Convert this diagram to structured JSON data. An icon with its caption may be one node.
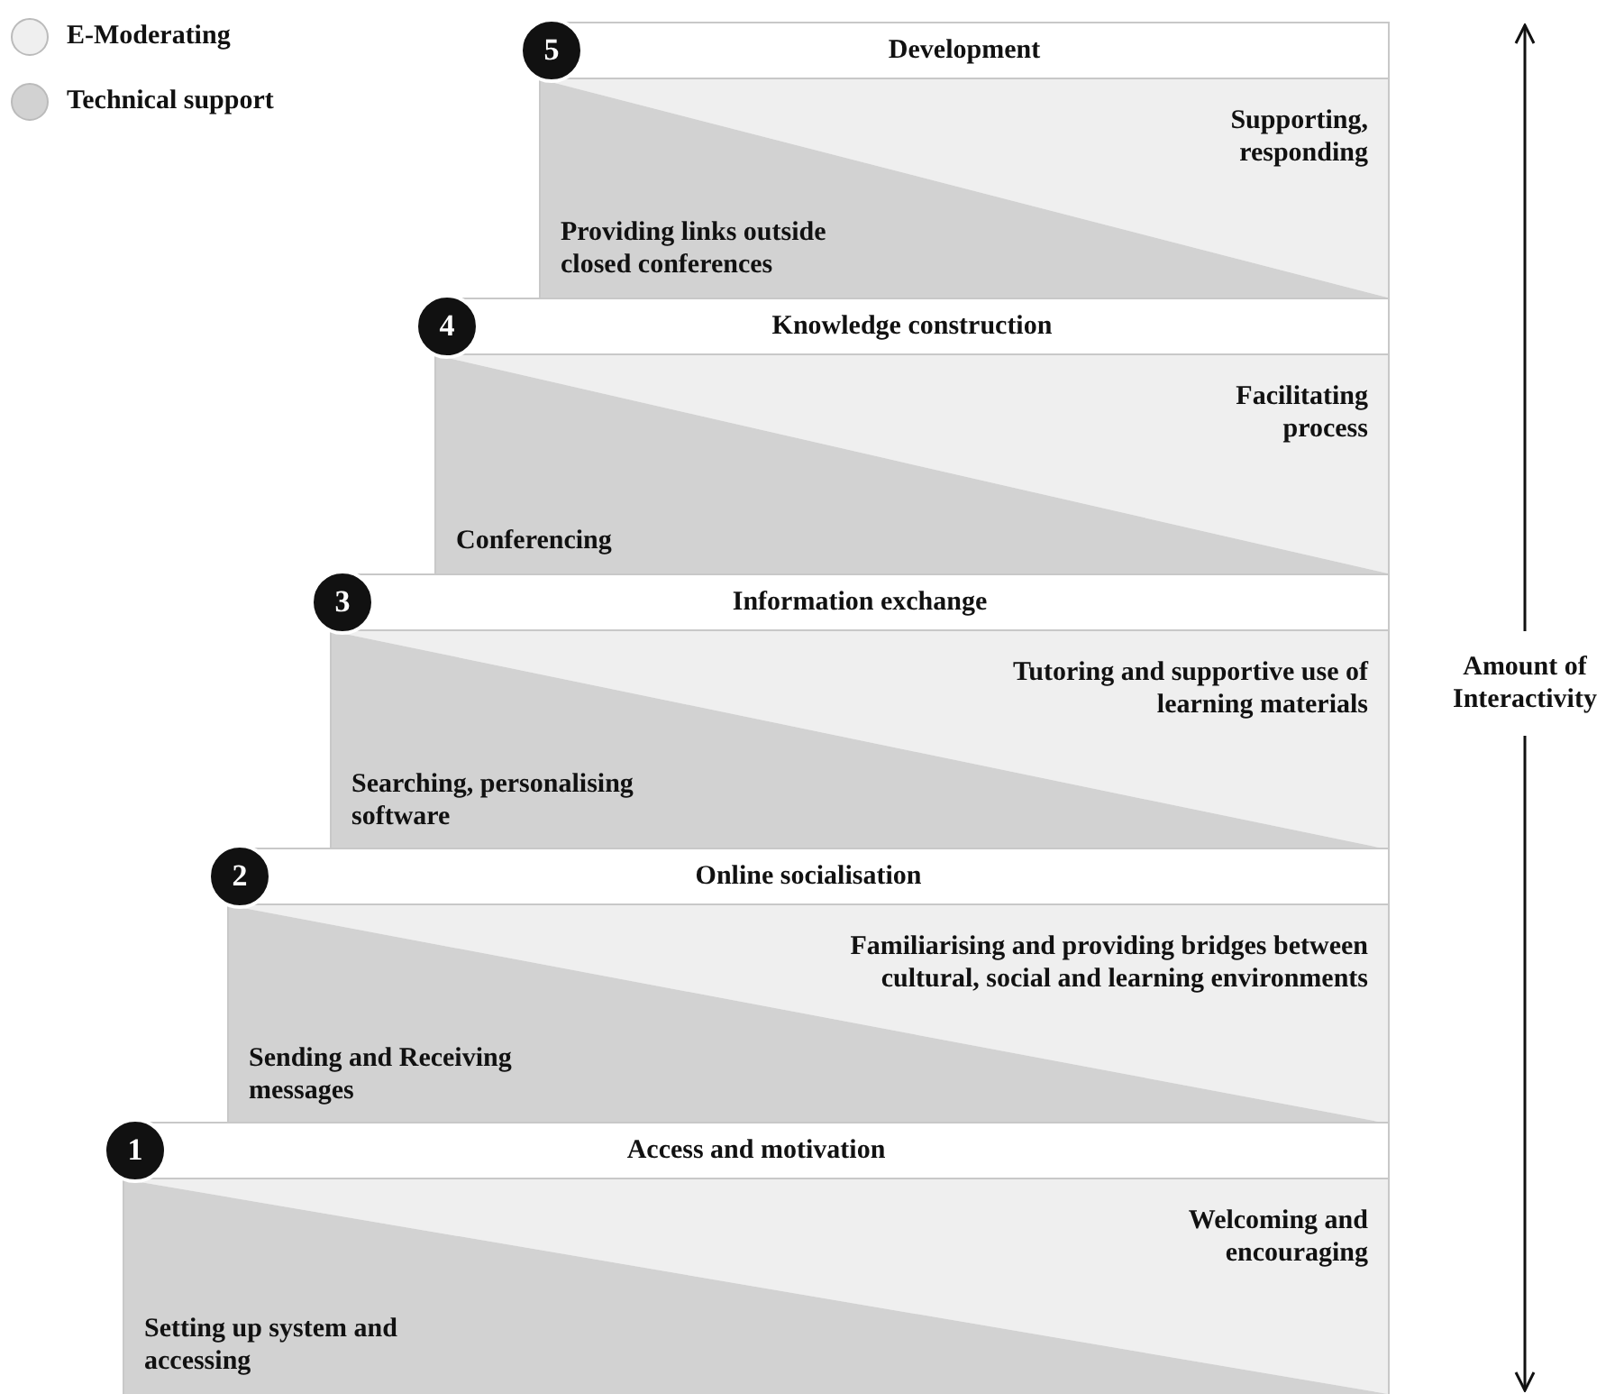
{
  "diagram": {
    "nodes": [
      {
        "text": [
          "Development"
        ]
      },
      {
        "text": [
          "5"
        ],
        "in": 0
      },
      {
        "text": [
          "Supporting, responding"
        ],
        "in": 0
      },
      {
        "text": [
          "Providing links outside closed conferences"
        ],
        "in": 0
      },
      {
        "text": [
          "Knowledge construction"
        ]
      },
      {
        "text": [
          "4"
        ],
        "in": 4
      },
      {
        "text": [
          "Facilitating process"
        ],
        "in": 4
      },
      {
        "text": [
          "Conferencing"
        ],
        "in": 4
      },
      {
        "text": [
          "Information exchange"
        ]
      },
      {
        "text": [
          "3"
        ],
        "in": 8
      },
      {
        "text": [
          "Tutoring and supportive use of learning materials"
        ],
        "in": 8
      },
      {
        "text": [
          "Searching, personalising software"
        ],
        "in": 8
      },
      {
        "text": [
          "Online socialisation"
        ]
      },
      {
        "text": [
          "2"
        ],
        "in": 12
      },
      {
        "text": [
          "Familiarising and providing bridges between cultural, social and learning environments"
        ],
        "in": 12
      },
      {
        "text": [
          "Sending and Receiving messages"
        ],
        "in": 12
      },
      {
        "text": [
          "Access and motivation"
        ]
      },
      {
        "text": [
          "1"
        ],
        "in": 16
      },
      {
        "text": [
          "Welcoming and encouraging"
        ],
        "in": 16
      },
      {
        "text": [
          "Setting up system and accessing"
        ],
        "in": 16
      }
    ],
    "labels": [
      "Amount of Interactivity"
    ],
    "legend": [
      {
        "text": "E-Moderating",
        "color": "#efefef"
      },
      {
        "text": "Technical support",
        "color": "#d2d2d2"
      }
    ]
  }
}
